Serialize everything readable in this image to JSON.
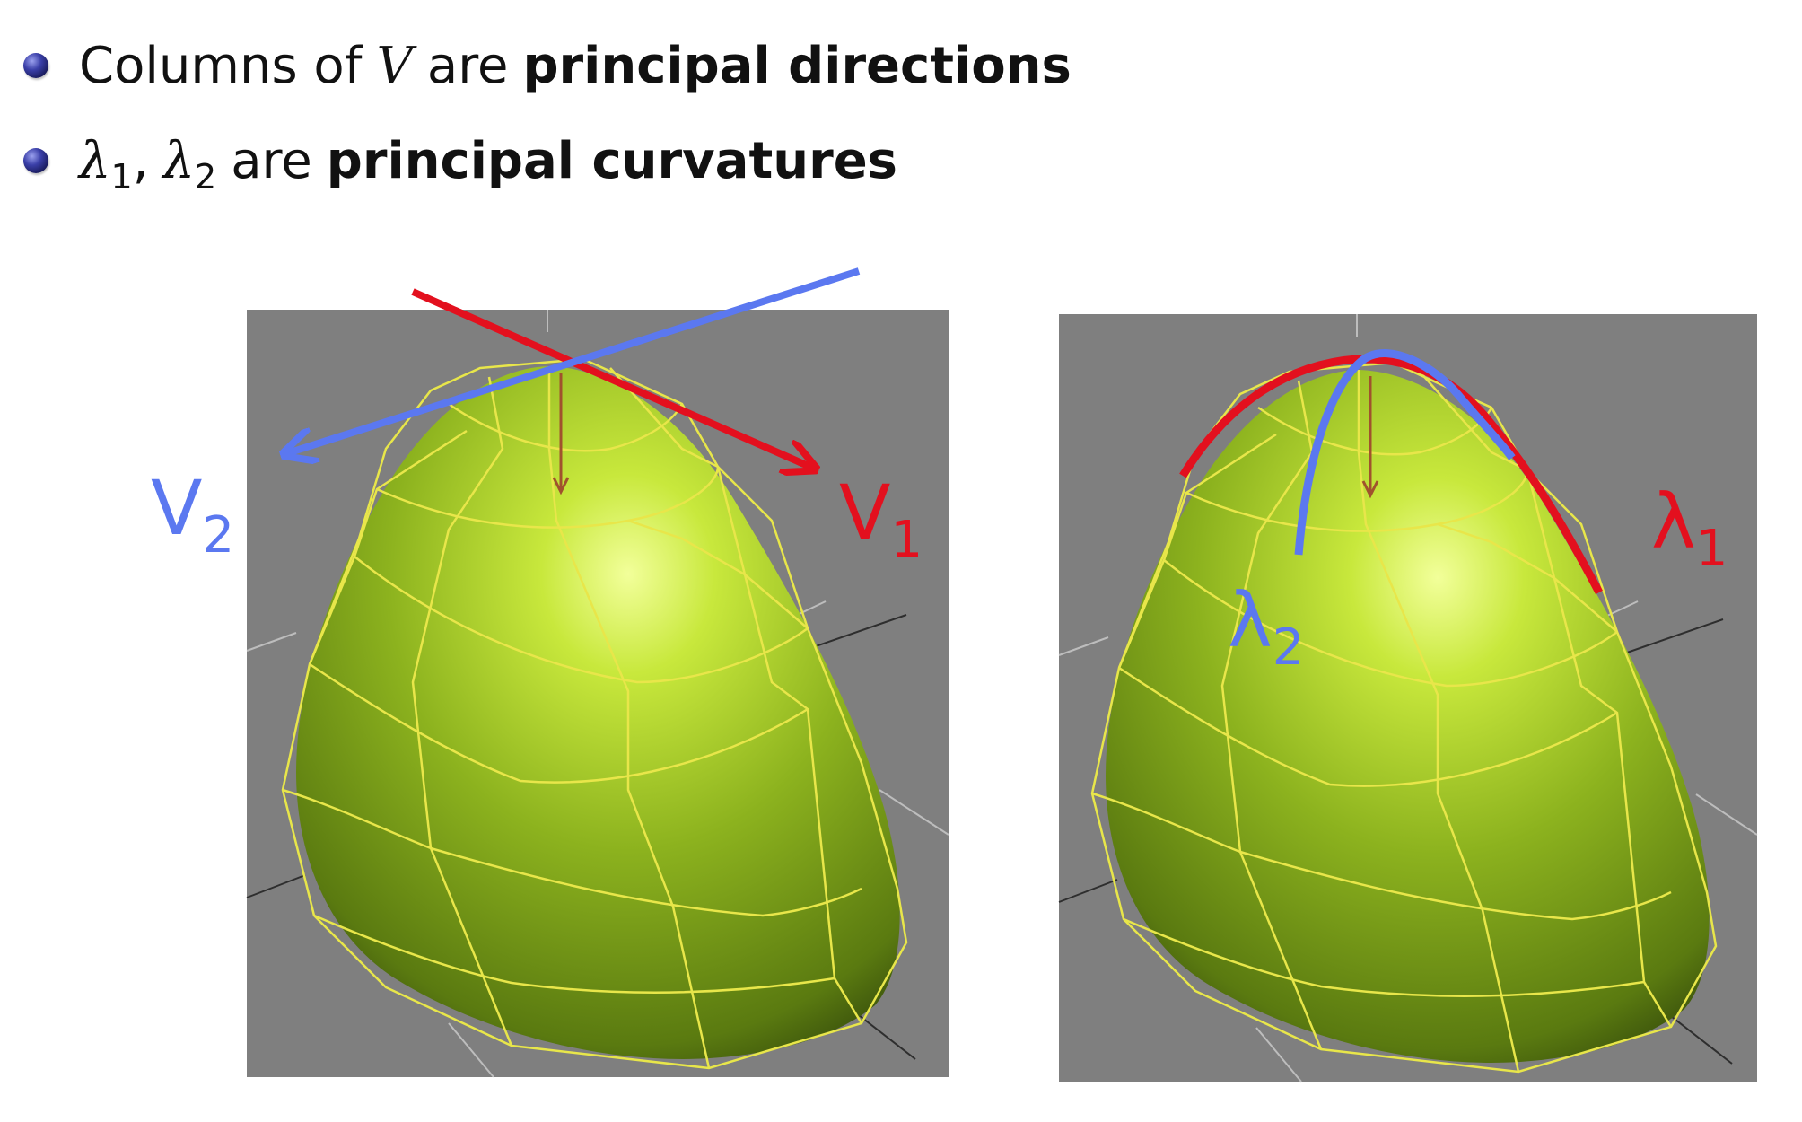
{
  "bullets": [
    {
      "prefix": "Columns of",
      "symbol": "V",
      "middle": "are",
      "bold": "principal directions"
    },
    {
      "symbol1": "λ",
      "sub1": "1",
      "separator": ",",
      "symbol2": "λ",
      "sub2": "2",
      "middle": "are",
      "bold": "principal curvatures"
    }
  ],
  "left_figure": {
    "v1_label": "V",
    "v1_sub": "1",
    "v2_label": "V",
    "v2_sub": "2"
  },
  "right_figure": {
    "l1_label": "λ",
    "l1_sub": "1",
    "l2_label": "λ",
    "l2_sub": "2"
  },
  "colors": {
    "red": "#e3101e",
    "blue": "#5b78f0",
    "panel": "#7f7f7f",
    "surface": "#8cb21e",
    "wire": "#e8e64a"
  }
}
